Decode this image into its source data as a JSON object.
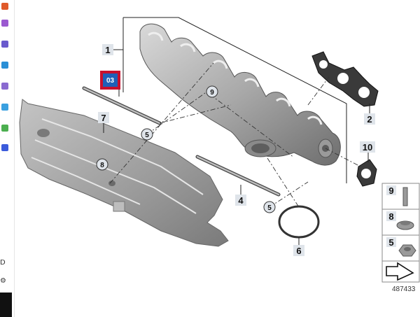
{
  "highlight_badge": {
    "label": "03",
    "color": "#c8102e"
  },
  "callouts": {
    "c1": "1",
    "c2": "2",
    "c4": "4",
    "c6": "6",
    "c7": "7",
    "c10": "10"
  },
  "bubbles": {
    "b9": "9",
    "b8": "8",
    "b5a": "5",
    "b5b": "5"
  },
  "legend": {
    "row1": "9",
    "row2": "8",
    "row3": "5"
  },
  "reference_number": "487433",
  "left_toolbar": {
    "char1": "D",
    "char2": "⚙"
  }
}
